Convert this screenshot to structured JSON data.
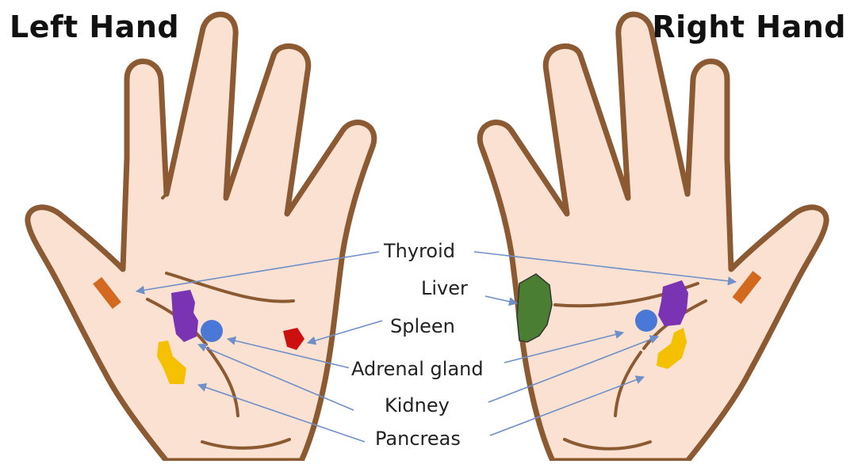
{
  "titles": {
    "left": "Left Hand",
    "right": "Right Hand"
  },
  "labels": {
    "thyroid": "Thyroid",
    "liver": "Liver",
    "spleen": "Spleen",
    "adrenal_gland": "Adrenal gland",
    "kidney": "Kidney",
    "pancreas": "Pancreas"
  },
  "colors": {
    "skin": "#fbe1d1",
    "outline": "#8b5a32",
    "arrow": "#6f8fc8",
    "thyroid": "#d2691e",
    "liver": "#4a7f33",
    "spleen": "#cc1010",
    "adrenal_gland": "#7a33b3",
    "kidney": "#4a78d6",
    "pancreas": "#f5c000"
  }
}
